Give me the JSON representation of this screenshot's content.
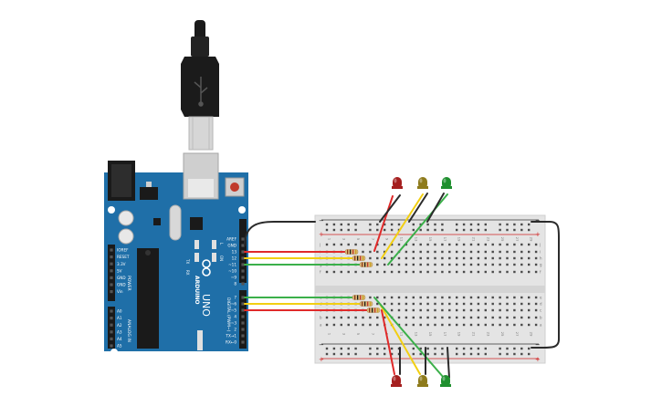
{
  "board": {
    "brand": "ARDUINO",
    "model": "UNO",
    "header_power": "POWER",
    "header_analog": "ANALOG IN",
    "header_digital": "DIGITAL (PWM~)",
    "tx_label": "TX",
    "rx_label": "RX",
    "l_label": "L",
    "on_label": "ON",
    "power_pins": [
      "IOREF",
      "RESET",
      "3.3V",
      "5V",
      "GND",
      "GND",
      "Vin"
    ],
    "analog_pins": [
      "A0",
      "A1",
      "A2",
      "A3",
      "A4",
      "A5"
    ],
    "digital_top_pins": [
      "AREF",
      "GND",
      "13",
      "12",
      "~11",
      "~10",
      "~9",
      "8"
    ],
    "digital_bottom_pins": [
      "7",
      "~6",
      "~5",
      "4",
      "~3",
      "2",
      "TX→1",
      "RX←0"
    ]
  },
  "breadboard": {
    "column_numbers": [
      "1",
      "3",
      "5",
      "7",
      "9",
      "11",
      "13",
      "15",
      "17",
      "19",
      "21",
      "23",
      "25",
      "27",
      "29"
    ],
    "row_letters_top": [
      "j",
      "i",
      "h",
      "g",
      "f"
    ],
    "row_letters_bottom": [
      "e",
      "d",
      "c",
      "b",
      "a"
    ],
    "plus_sign": "+",
    "minus_sign": "−"
  },
  "colors": {
    "board_blue": "#1f6fa8",
    "board_dark": "#15507c",
    "breadboard": "#e4e4e4",
    "wire_red": "#e02a2a",
    "wire_yellow": "#f2cf12",
    "wire_green": "#3bb04a",
    "wire_black": "#2b2b2b",
    "led_red": "#a51f1f",
    "led_yellow": "#8e7b1c",
    "led_green": "#1e8f2e"
  },
  "leds_top": [
    "red",
    "yellow",
    "green"
  ],
  "leds_bottom": [
    "red",
    "yellow",
    "green"
  ],
  "wired_pins_top": [
    "13",
    "12",
    "~11"
  ],
  "wired_pins_bottom": [
    "7",
    "~6",
    "~5"
  ]
}
